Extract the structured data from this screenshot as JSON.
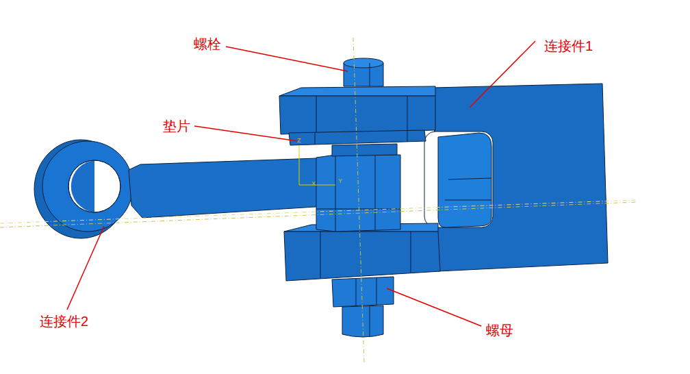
{
  "diagram": {
    "labels": [
      "螺栓",
      "连接件1",
      "垫片",
      "连接件2",
      "螺母",
      "Z",
      "X",
      "Y"
    ]
  }
}
